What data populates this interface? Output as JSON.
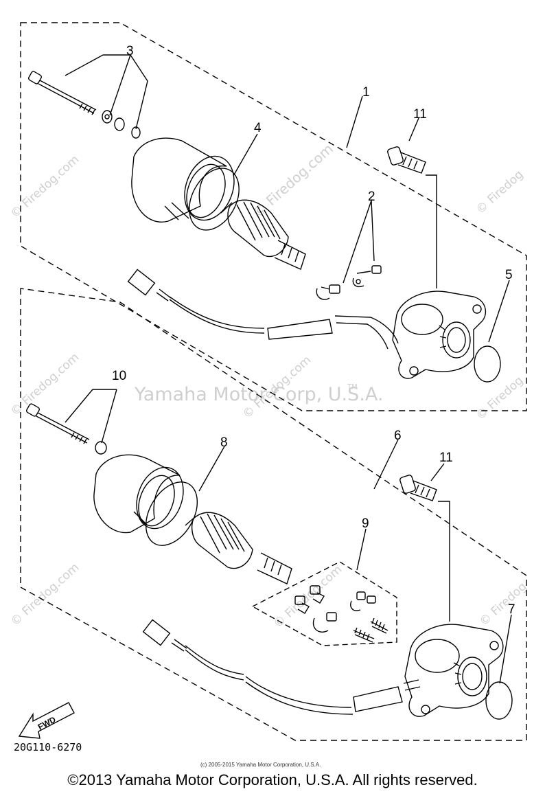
{
  "callouts": {
    "c1": "1",
    "c2": "2",
    "c3": "3",
    "c4": "4",
    "c5": "5",
    "c6": "6",
    "c7": "7",
    "c8": "8",
    "c9": "9",
    "c10": "10",
    "c11a": "11",
    "c11b": "11"
  },
  "fwd_label": "FWD",
  "diagram_code": "20G110-6270",
  "watermarks": {
    "firedog": "© Firedog.com",
    "firedog_short": "© Firedog",
    "yamaha": "Yamaha Motor Corp, U.S.A.",
    "tm": "TM"
  },
  "copyright_small": "(c) 2005-2015 Yamaha Motor Corporation, U.S.A.",
  "copyright": "©2013 Yamaha Motor Corporation, U.S.A. All rights reserved."
}
